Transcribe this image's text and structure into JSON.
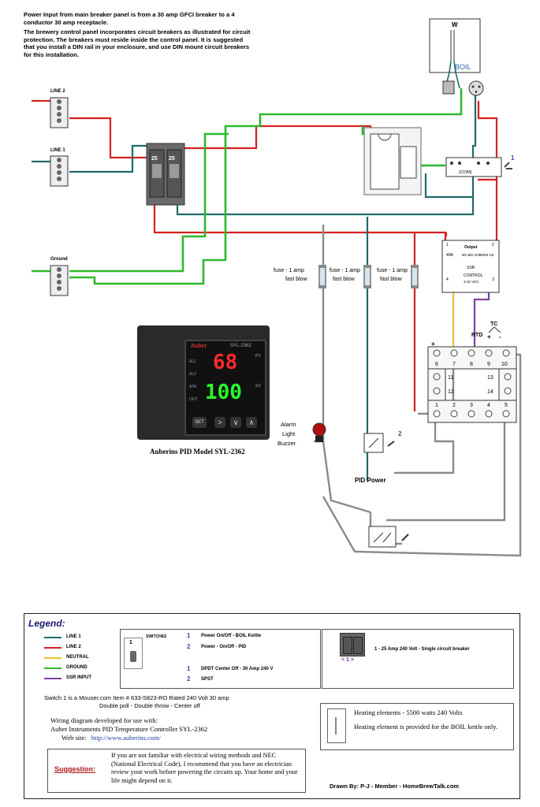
{
  "intro": {
    "p1": "Power Input from main breaker panel is from a 30 amp GFCI breaker to a 4 conductor 30 amp receptacle.",
    "p2": "The brewery control panel incorporates circuit breakers as illustrated for circuit protection. The breakers must reside inside the control panel. It is suggested that you install a DIN rail in your enclosure, and use DIN mount circuit breakers for this installation."
  },
  "diagram": {
    "line2": "LINE 2",
    "line1": "LINE 1",
    "ground": "Ground",
    "w": "W",
    "boil": "BOIL",
    "breaker_25a": "25",
    "breaker_25b": "25",
    "fuse1_a": "fuse - 1 amp",
    "fuse1_b": "fast blow",
    "fuse2_a": "fuse - 1 amp",
    "fuse2_b": "fast blow",
    "fuse3_a": "fuse - 1 amp",
    "fuse3_b": "fast blow",
    "switch1_num": "1",
    "switch2_num": "2",
    "com": "(COM)",
    "ssr": {
      "t1": "1",
      "t2": "2",
      "t3": "3",
      "t4": "4",
      "output": "Output",
      "amps": "40A",
      "vac": "90-480 VAC",
      "hz": "50/60 HZ",
      "name": "SSR",
      "control": "CONTROL",
      "vdc": "3-32 VDC"
    },
    "rtd": "RTD",
    "tc": "TC",
    "plus": "+",
    "minus": "-",
    "terms_top": [
      "6",
      "7",
      "8",
      "9",
      "10"
    ],
    "terms_mid_left": [
      "11",
      "12"
    ],
    "terms_mid_right": [
      "13",
      "14"
    ],
    "terms_bottom": [
      "1",
      "2",
      "3",
      "4",
      "5"
    ],
    "alarm": [
      "Alarm",
      "Light",
      "Buzzer"
    ],
    "pid_power": "PID Power",
    "pid_caption": "Auberins PID Model SYL-2362",
    "pid_display": {
      "brand": "Auber",
      "model": "SYL-2362",
      "pv": "68",
      "sv": "100",
      "set": "SET",
      "pv_tag": "PV",
      "sv_tag": "SV",
      "leds": [
        "AL1",
        "AL2",
        "A/M",
        "OUT"
      ]
    }
  },
  "legend": {
    "title": "Legend:",
    "colors": {
      "line1": "#1f6b6b",
      "line2": "#d22222",
      "neutral": "#f0c030",
      "ground": "#2eb82e",
      "ssr_input": "#8040a0"
    },
    "wires": [
      {
        "label": "LINE 1",
        "color": "#1f6b6b"
      },
      {
        "label": "LINE 2",
        "color": "#d22222"
      },
      {
        "label": "NEUTRAL",
        "color": "#f0c030"
      },
      {
        "label": "GROUND",
        "color": "#2eb82e"
      },
      {
        "label": "SSR INPUT",
        "color": "#8040a0"
      }
    ],
    "switches_label": "SWITCHES",
    "switch_icon_num": "1",
    "switch_items": [
      {
        "num": "1",
        "text": "Power On/Off - BOIL Kettle"
      },
      {
        "num": "2",
        "text": "Power - On/Off - PID"
      },
      {
        "num": "1",
        "text": "DPDT Center Off - 30 Amp 240 V"
      },
      {
        "num": "2",
        "text": "SPST"
      }
    ],
    "breaker_text": "1 - 25 Amp 240 Volt - Single circuit breaker",
    "breaker_arrow": "< 1 >",
    "switch_note_1": "Switch 1  is a Mouser.com Item #  633-S823-RO Rated 240 Volt 30 amp",
    "switch_note_2": "Double poll  - Double throw - Center off",
    "dev_1": "Wiring diagram developed for use with:",
    "dev_2": "Auber Instruments PID Temperature Controller SYL-2362",
    "web_label": "Web site:",
    "web_url": "http://www.auberins.com/",
    "heating_1": "Heating elements - 5500 watts 240 Volts",
    "heating_2": "Heating element is provided for the BOIL kettle only.",
    "suggestion_label": "Suggestion:",
    "suggestion_text": "If you are not familiar with electrical wiring methods and NEC (National Electrical Code), I recommend that you have an electrician review your work before powering the circuits up. Your home and your life might depend on it.",
    "drawn_by": "Drawn By: P-J - Member - HomeBrewTalk.com"
  }
}
